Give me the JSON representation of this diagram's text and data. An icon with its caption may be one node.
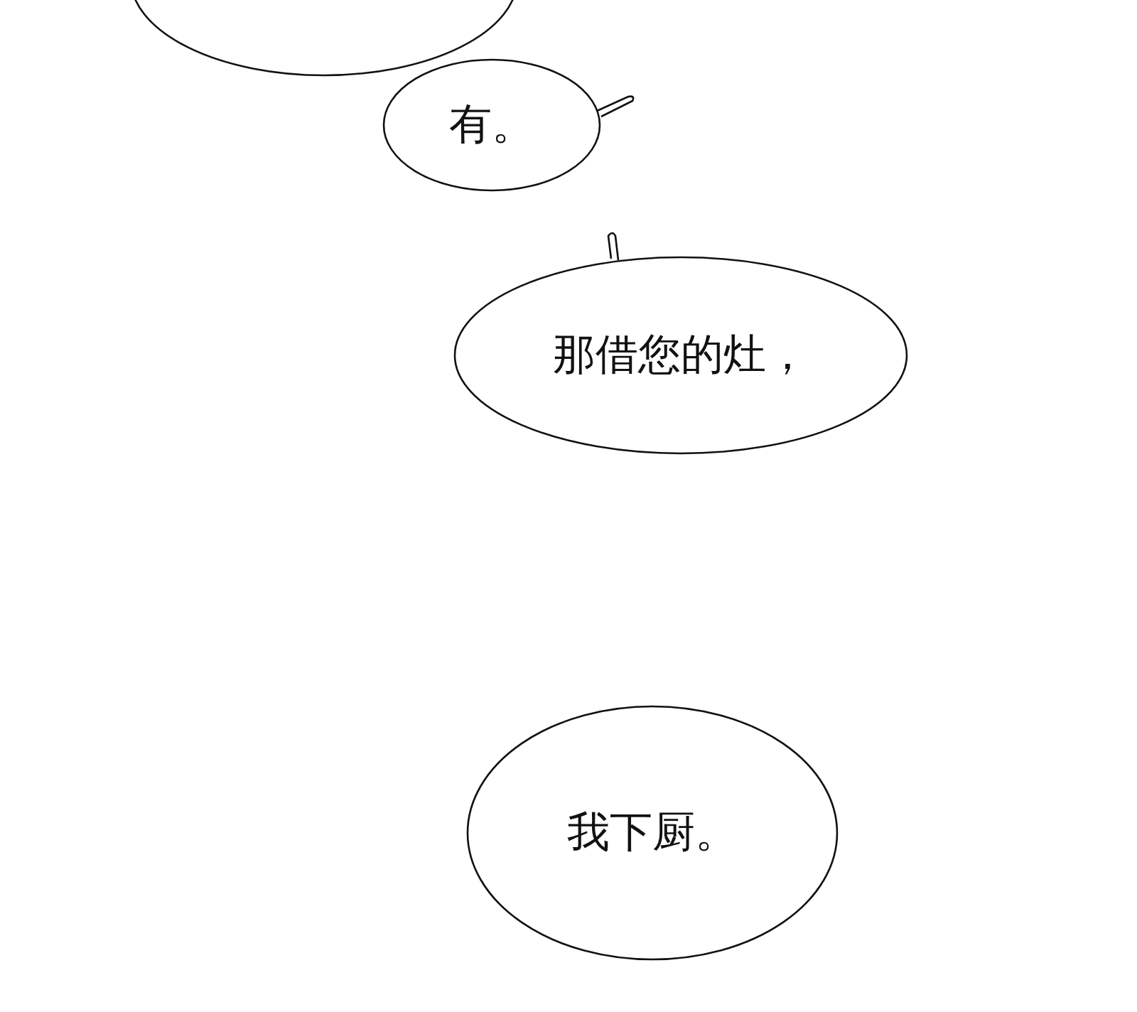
{
  "diagram": {
    "nodes": [
      {
        "text": [],
        "shape": "ellipse"
      },
      {
        "text": [
          "有。"
        ]
      },
      {
        "text": [
          "那借您的灶，"
        ]
      },
      {
        "text": [
          "我下厨。"
        ]
      }
    ]
  }
}
